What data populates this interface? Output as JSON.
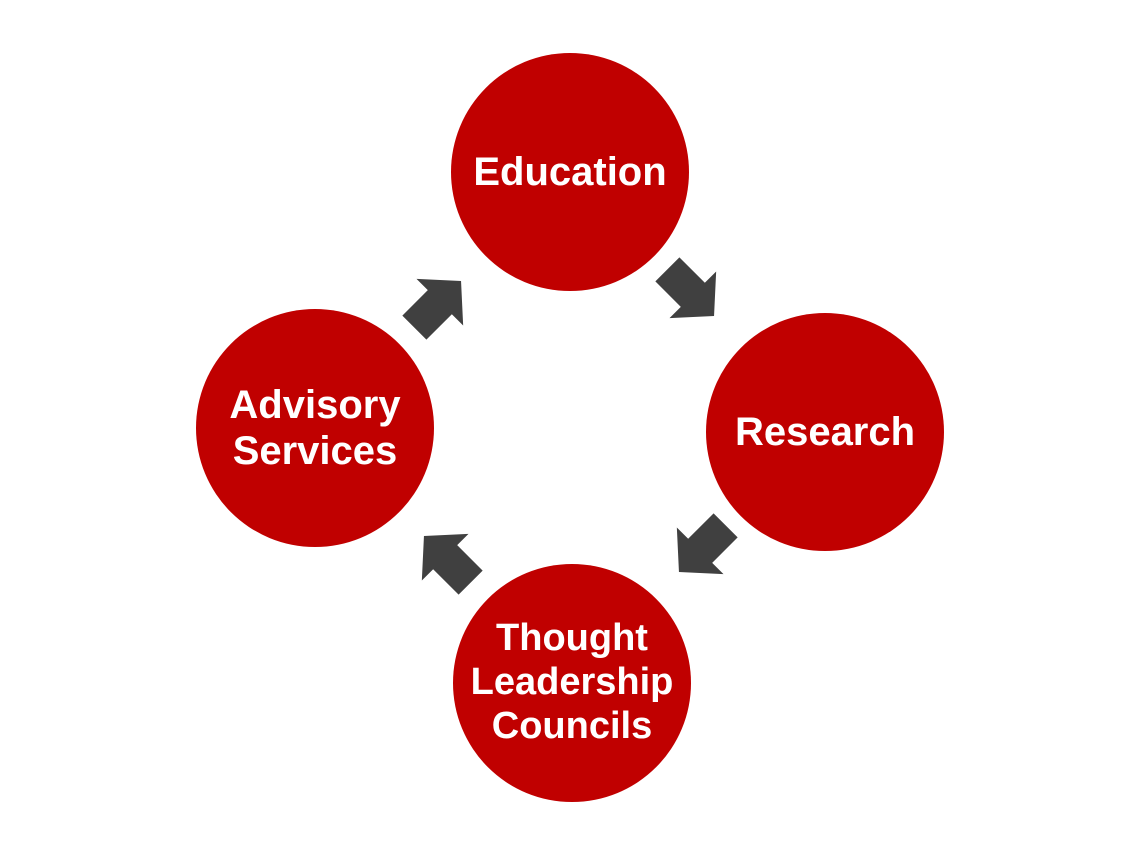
{
  "colors": {
    "node": "#c00000",
    "arrow": "#404040",
    "text": "#ffffff"
  },
  "nodes": [
    {
      "lines": [
        "Education"
      ]
    },
    {
      "lines": [
        "Research"
      ]
    },
    {
      "lines": [
        "Thought",
        "Leadership",
        "Councils"
      ]
    },
    {
      "lines": [
        "Advisory",
        "Services"
      ]
    }
  ],
  "arrows": [
    {
      "from": "Education",
      "to": "Research",
      "icon": "arrow-down-right-icon"
    },
    {
      "from": "Research",
      "to": "Thought Leadership Councils",
      "icon": "arrow-down-left-icon"
    },
    {
      "from": "Thought Leadership Councils",
      "to": "Advisory Services",
      "icon": "arrow-up-left-icon"
    },
    {
      "from": "Advisory Services",
      "to": "Education",
      "icon": "arrow-up-right-icon"
    }
  ]
}
